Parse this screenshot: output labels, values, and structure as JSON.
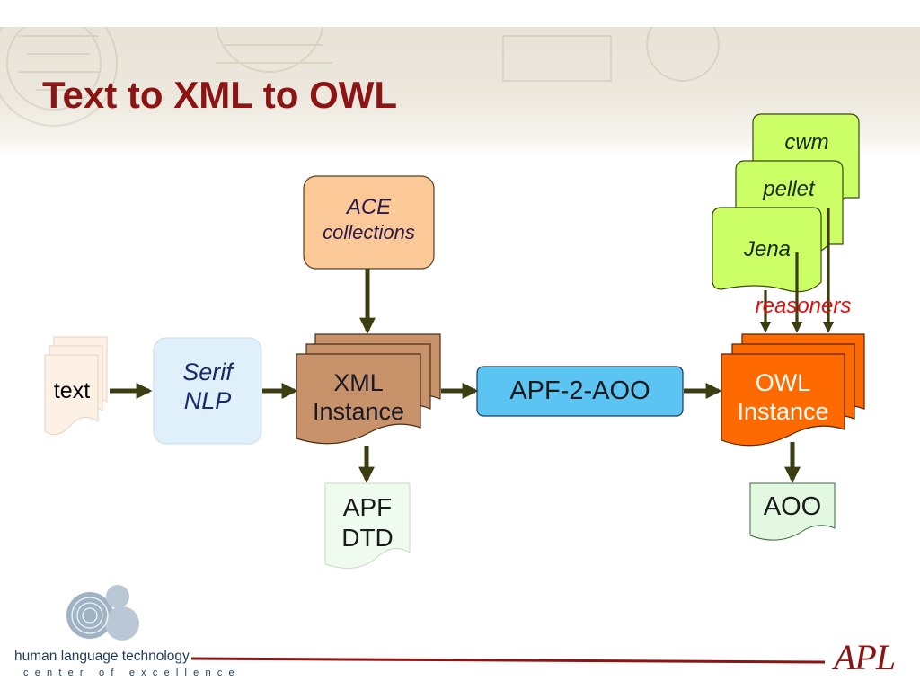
{
  "slide": {
    "title": "Text to XML to OWL"
  },
  "nodes": {
    "text": "text",
    "serif_nlp": [
      "Serif",
      "NLP"
    ],
    "ace_collections": [
      "ACE",
      "collections"
    ],
    "xml_instance": [
      "XML",
      "Instance"
    ],
    "apf_dtd": [
      "APF",
      "DTD"
    ],
    "apf_2_aoo": "APF-2-AOO",
    "owl_instance": [
      "OWL",
      "Instance"
    ],
    "aoo": "AOO",
    "cwm": "cwm",
    "pellet": "pellet",
    "jena": "Jena",
    "reasoners_label": "reasoners"
  },
  "footer": {
    "org_name": "human language technology",
    "org_subtitle": "center of excellence",
    "logo_text": "APL"
  },
  "colors": {
    "title": "#8b1414",
    "arrow": "#3d3d12",
    "ace_fill": "#fbc898",
    "serif_fill": "#dff0fb",
    "xml_fill": "#c8936a",
    "apf_aoo_fill": "#5cc4f2",
    "owl_fill": "#ff6a00",
    "reasoner_fill": "#ccff66",
    "reasoners_label": "#e01010",
    "footer_line": "#8b1414"
  }
}
